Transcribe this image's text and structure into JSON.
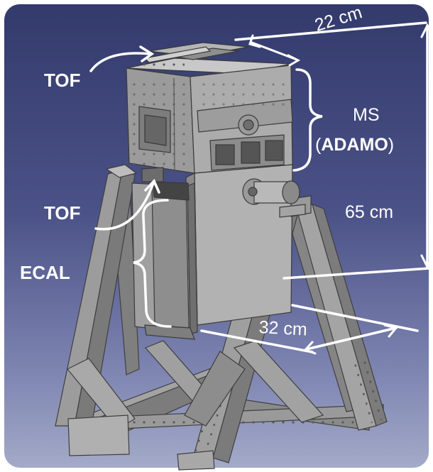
{
  "labels": {
    "tof_top": "TOF",
    "tof_middle": "TOF",
    "ecal": "ECAL",
    "ms_line1": "MS",
    "ms_line2_open": "(",
    "ms_line2_bold": "ADAMO",
    "ms_line2_close": ")",
    "width_dimension": "22 cm",
    "height_dimension": "65 cm",
    "depth_dimension": "32 cm"
  },
  "colors": {
    "background_top": "#333a6c",
    "background_bottom": "#a4aac8",
    "annotation": "#ffffff",
    "metal": "#8f8f8f"
  }
}
